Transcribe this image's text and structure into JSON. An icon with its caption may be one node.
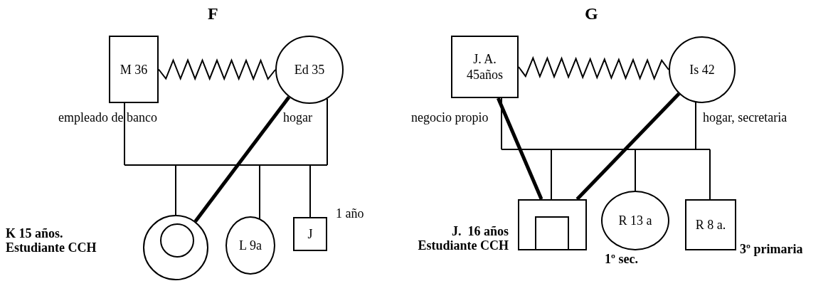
{
  "diagram": {
    "nodes": [
      {
        "text": [
          "M 36"
        ],
        "beside": [
          "empleado de banco"
        ]
      },
      {
        "text": [
          "Ed 35"
        ],
        "beside": [
          "hogar"
        ]
      },
      {
        "text": [],
        "shape": "circle",
        "beside": [
          "K 15 años. Estudiante CCH"
        ]
      },
      {
        "text": [],
        "shape": "circle",
        "in": 2
      },
      {
        "text": [
          "L 9a"
        ]
      },
      {
        "text": [
          "J"
        ],
        "beside": [
          "1 año"
        ]
      },
      {
        "text": [
          "J. A. 45años"
        ],
        "beside": [
          "negocio propio"
        ]
      },
      {
        "text": [
          "Is 42"
        ],
        "beside": [
          "hogar, secretaria"
        ]
      },
      {
        "text": [],
        "shape": "box",
        "beside": [
          "J.  16 años Estudiante CCH"
        ]
      },
      {
        "text": [],
        "shape": "box",
        "in": 8
      },
      {
        "text": [
          "R 13 a"
        ],
        "beside": [
          "1º sec."
        ]
      },
      {
        "text": [
          "R 8 a."
        ],
        "beside": [
          "3º primaria"
        ]
      }
    ],
    "edges": [
      {
        "from": 0,
        "to": 1,
        "arrow": "none"
      },
      {
        "from": 0,
        "to": 2,
        "arrow": "none"
      },
      {
        "from": 1,
        "to": 2,
        "arrow": "none"
      },
      {
        "from": 0,
        "to": 4,
        "arrow": "none"
      },
      {
        "from": 1,
        "to": 4,
        "arrow": "none"
      },
      {
        "from": 0,
        "to": 5,
        "arrow": "none"
      },
      {
        "from": 1,
        "to": 5,
        "arrow": "none"
      },
      {
        "from": 1,
        "to": 2,
        "arrow": "none",
        "style": "thick"
      },
      {
        "from": 6,
        "to": 7,
        "arrow": "none"
      },
      {
        "from": 6,
        "to": 8,
        "arrow": "none"
      },
      {
        "from": 7,
        "to": 8,
        "arrow": "none"
      },
      {
        "from": 6,
        "to": 10,
        "arrow": "none"
      },
      {
        "from": 7,
        "to": 10,
        "arrow": "none"
      },
      {
        "from": 6,
        "to": 11,
        "arrow": "none"
      },
      {
        "from": 7,
        "to": 11,
        "arrow": "none"
      },
      {
        "from": 6,
        "to": 8,
        "arrow": "none",
        "style": "thick"
      },
      {
        "from": 7,
        "to": 8,
        "arrow": "none",
        "style": "thick"
      }
    ],
    "labels": [
      "F",
      "G"
    ]
  }
}
